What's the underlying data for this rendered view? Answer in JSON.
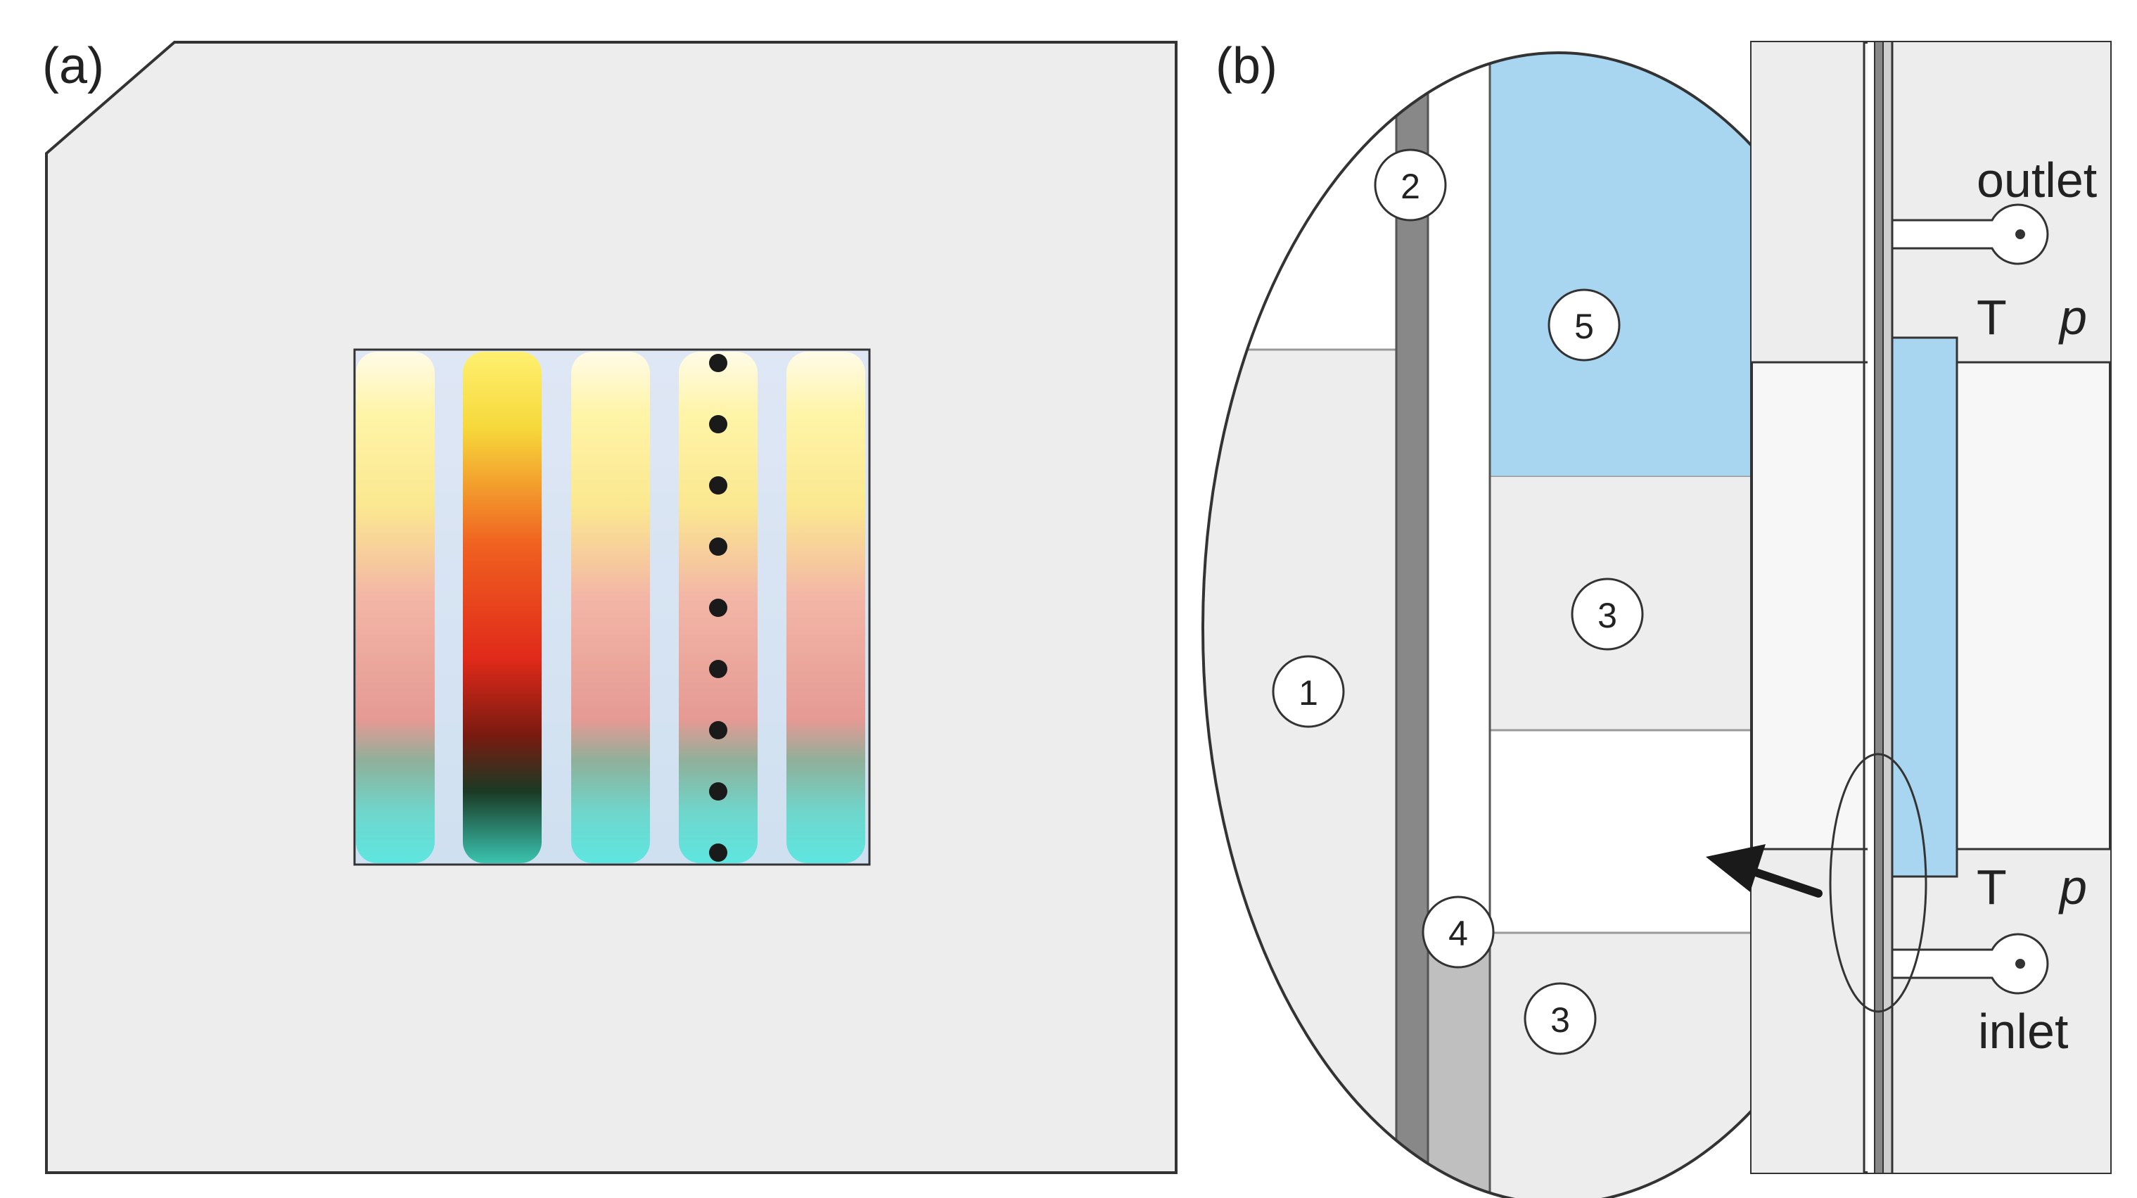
{
  "panels": {
    "a": {
      "label": "(a)"
    },
    "b": {
      "label": "(b)"
    }
  },
  "strips": {
    "count": 5
  },
  "dots": {
    "count": 9
  },
  "markers": [
    "1",
    "2",
    "3",
    "4",
    "5",
    "3"
  ],
  "labels": {
    "outlet": "outlet",
    "inlet": "inlet",
    "t_top": "T",
    "p_top": "p",
    "t_bottom": "T",
    "p_bottom": "p"
  },
  "colors": {
    "background": "#ffffff",
    "panel_fill": "#ededed",
    "outline": "#333333",
    "membrane_dark": "#888888",
    "membrane_light": "#bfbfbf",
    "channel_blue": "#a8d5f0",
    "dot": "#1a1a1a"
  },
  "icons": {
    "arrow": "arrow-left-icon"
  }
}
